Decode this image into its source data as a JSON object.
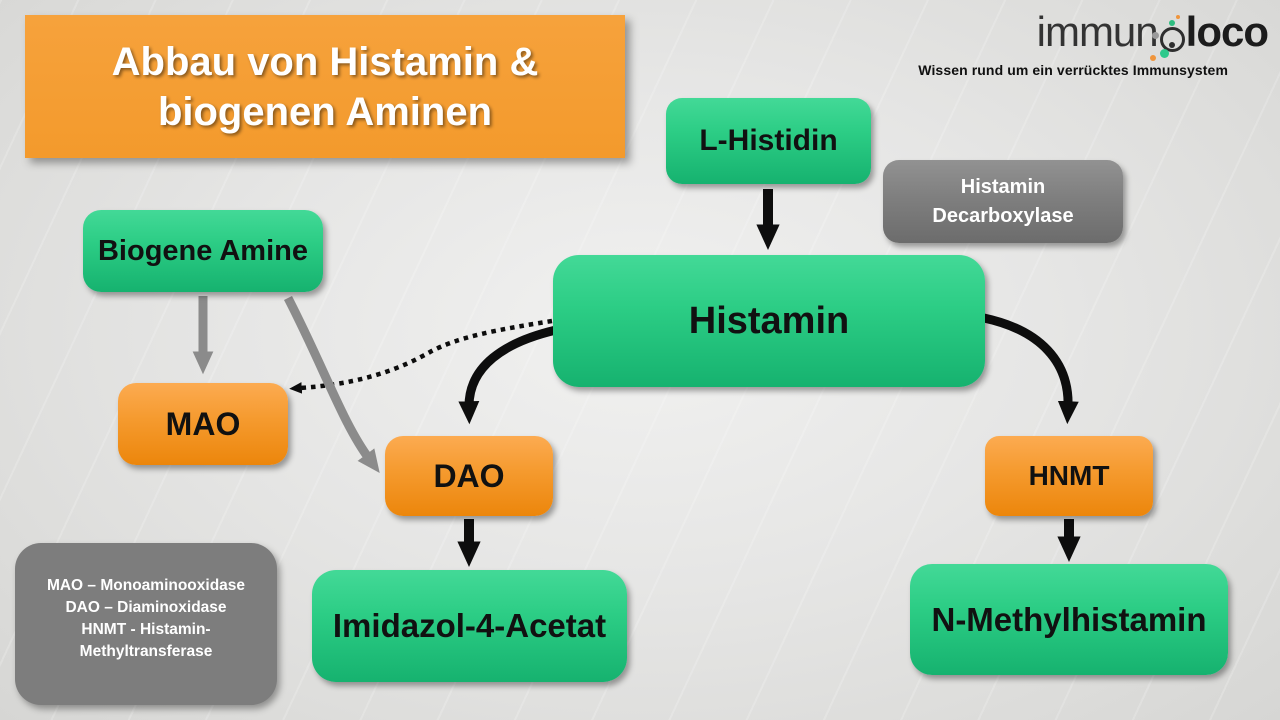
{
  "title": {
    "line1": "Abbau von Histamin &",
    "line2": "biogenen Aminen"
  },
  "logo": {
    "brand_light": "immun",
    "brand_bold": "loco",
    "tagline": "Wissen rund um ein verrücktes Immunsystem"
  },
  "nodes": {
    "l_histidin": {
      "label": "L-Histidin"
    },
    "histamin_decarboxylase": {
      "line1": "Histamin",
      "line2": "Decarboxylase"
    },
    "histamin": {
      "label": "Histamin"
    },
    "biogene_amine": {
      "label": "Biogene Amine"
    },
    "mao": {
      "label": "MAO"
    },
    "dao": {
      "label": "DAO"
    },
    "hnmt": {
      "label": "HNMT"
    },
    "imidazol_4_acetat": {
      "label": "Imidazol-4-Acetat"
    },
    "n_methylhistamin": {
      "label": "N-Methylhistamin"
    }
  },
  "legend": {
    "lines": [
      "MAO – Monoaminooxidase",
      "DAO – Diaminoxidase",
      "HNMT -  Histamin-",
      "Methyltransferase"
    ]
  },
  "colors": {
    "box_green_top": "#43d997",
    "box_green_bottom": "#16b26f",
    "box_orange_top": "#fcab51",
    "box_orange_bottom": "#ec860b",
    "title_orange": "#f49c35",
    "box_gray_top": "#929292",
    "box_gray_bottom": "#6c6c6c",
    "legend_gray": "#7d7d7d",
    "arrow_black": "#0d0d0d",
    "arrow_gray": "#8b8b8b",
    "background": "#e0e0df"
  }
}
